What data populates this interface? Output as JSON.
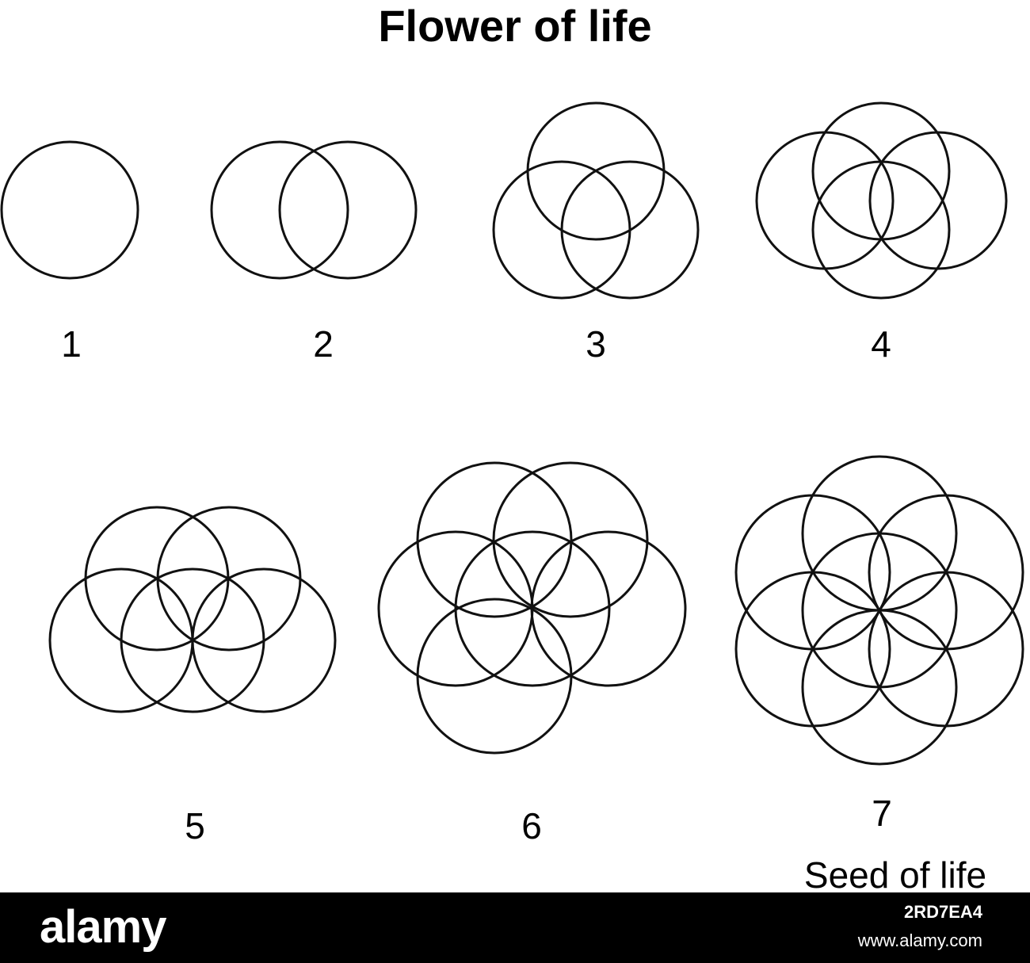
{
  "title": "Flower of life",
  "steps": [
    {
      "label": "1",
      "circle_count": 1
    },
    {
      "label": "2",
      "circle_count": 2
    },
    {
      "label": "3",
      "circle_count": 3
    },
    {
      "label": "4",
      "circle_count": 4
    },
    {
      "label": "5",
      "circle_count": 5
    },
    {
      "label": "6",
      "circle_count": 6
    },
    {
      "label": "7",
      "circle_count": 7
    }
  ],
  "caption": "Seed of life",
  "watermark": {
    "brand": "alamy",
    "image_id": "2RD7EA4",
    "site": "www.alamy.com"
  },
  "colors": {
    "stroke": "#111111",
    "background": "#ffffff",
    "bar": "#000000"
  }
}
